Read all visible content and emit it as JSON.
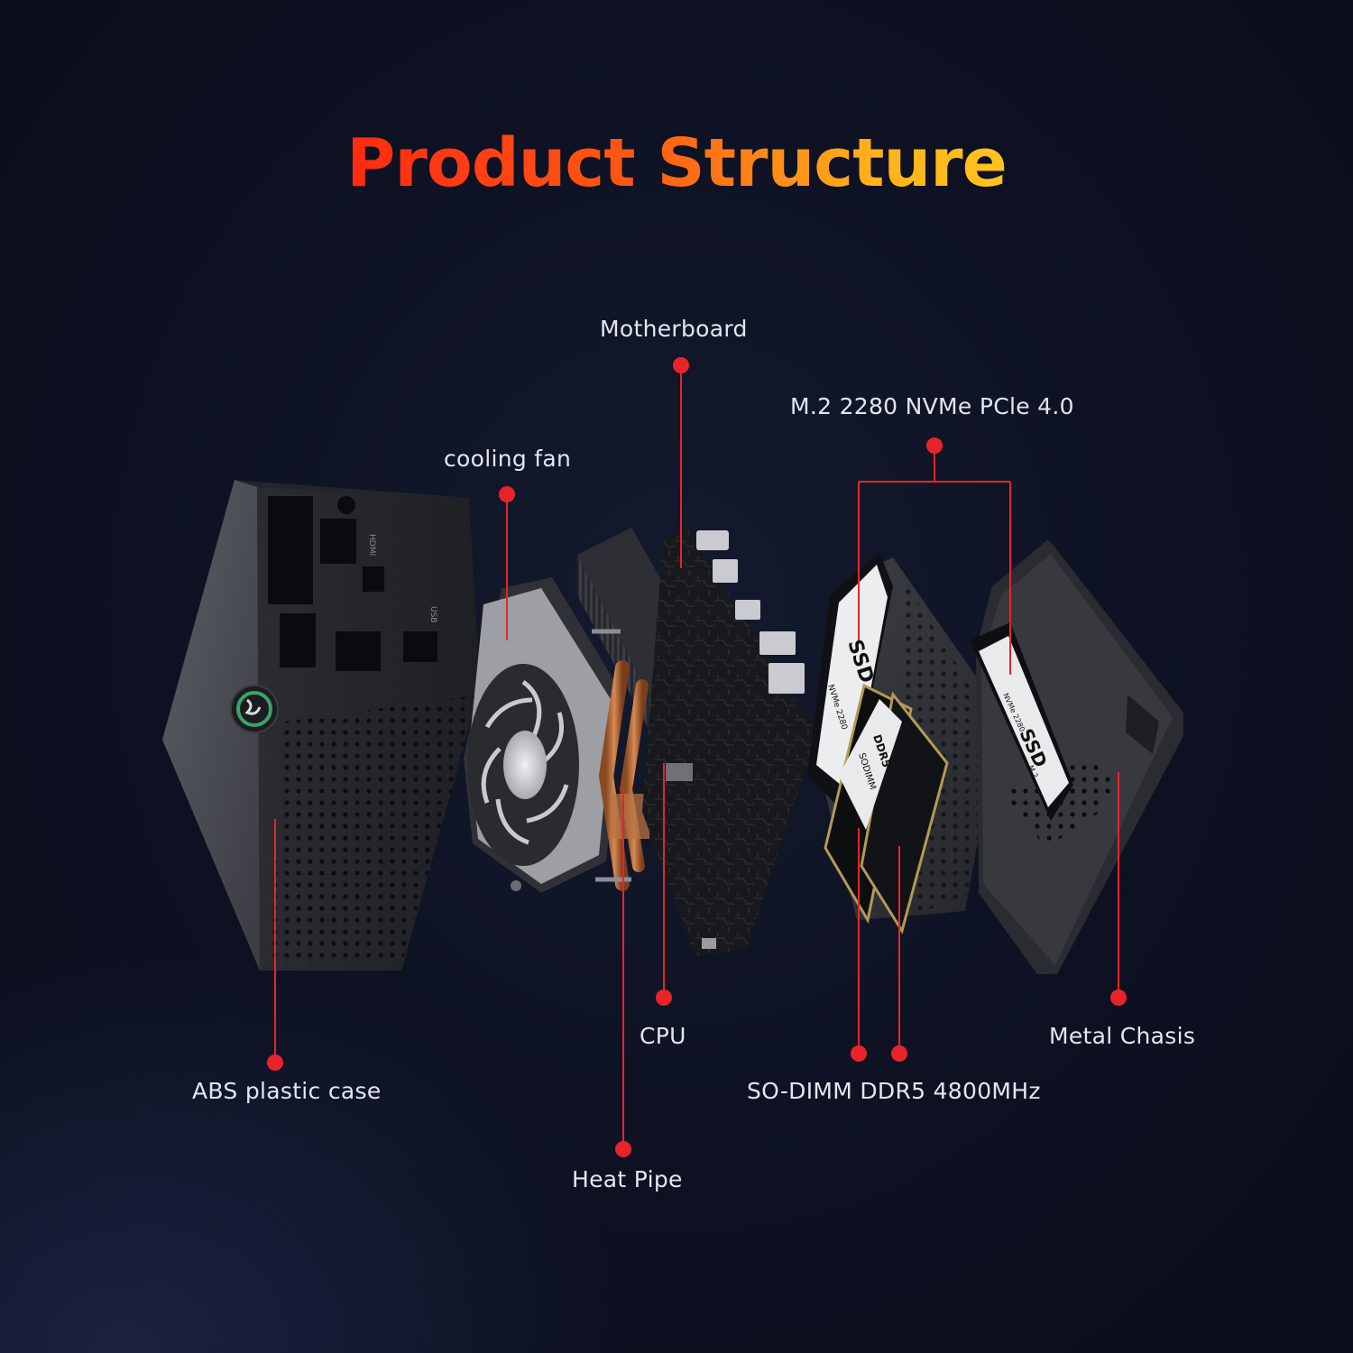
{
  "title": "Product Structure",
  "accent_color": "#e8242b",
  "labels": {
    "motherboard": "Motherboard",
    "ssd_slot": "M.2 2280 NVMe PCle 4.0",
    "cooling_fan": "cooling fan",
    "cpu": "CPU",
    "metal_chasis": "Metal Chasis",
    "abs_case": "ABS plastic case",
    "ram": "SO-DIMM DDR5 4800MHz",
    "heat_pipe": "Heat Pipe"
  },
  "product_print": {
    "ssd_a": "SSD",
    "ssd_a_sub": "NVMe 2280",
    "ssd_b": "SSD",
    "ssd_b_sub": "NVMe 2280",
    "ssd_b_m2": "M.2",
    "ram_a": "DDR5",
    "ram_b": "SODIMM",
    "port_hdmi": "HDMI",
    "port_usb": "USB"
  }
}
